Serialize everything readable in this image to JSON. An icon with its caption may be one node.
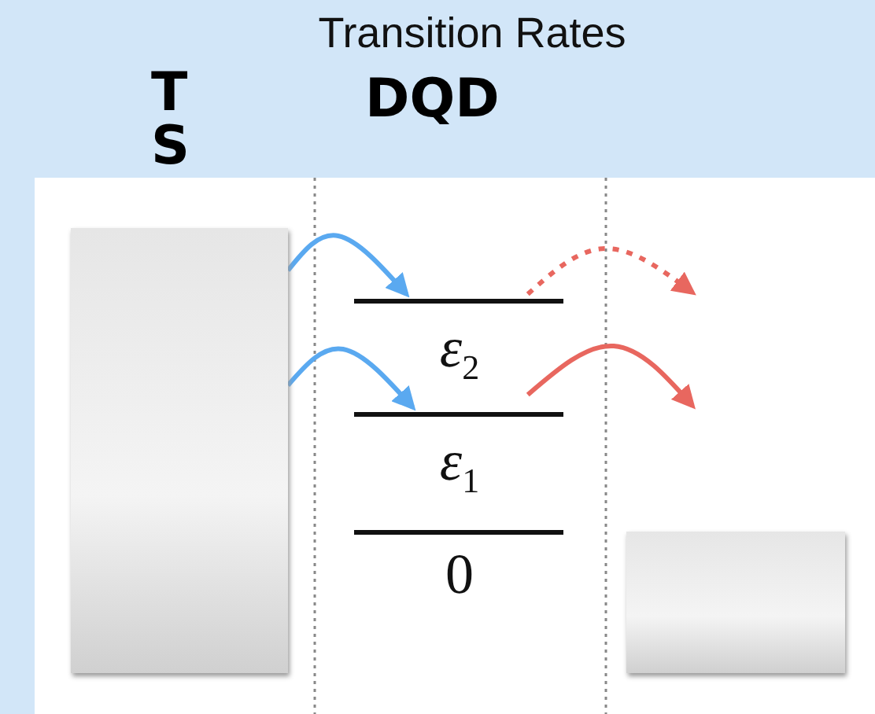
{
  "diagram": {
    "title": "Transition Rates",
    "nodes": [
      {
        "text": [],
        "shape": "box"
      },
      {
        "text": [],
        "shape": "bar"
      },
      {
        "text": [],
        "shape": "bar"
      },
      {
        "text": [],
        "shape": "bar"
      },
      {
        "text": [],
        "shape": "box"
      }
    ],
    "edges": [
      {
        "from": 0,
        "to": 1,
        "arrow": "to"
      },
      {
        "from": 0,
        "to": 2,
        "arrow": "to"
      },
      {
        "from": 1,
        "to": null,
        "arrow": "to",
        "style": "dashed",
        "color": "#e8675f"
      },
      {
        "from": 2,
        "to": null,
        "arrow": "to",
        "color": "#e8675f"
      }
    ],
    "labels": [
      "T",
      "S",
      "DQD",
      "*ε*$_{2}$",
      "*ε*$_{1}$",
      "0"
    ]
  }
}
